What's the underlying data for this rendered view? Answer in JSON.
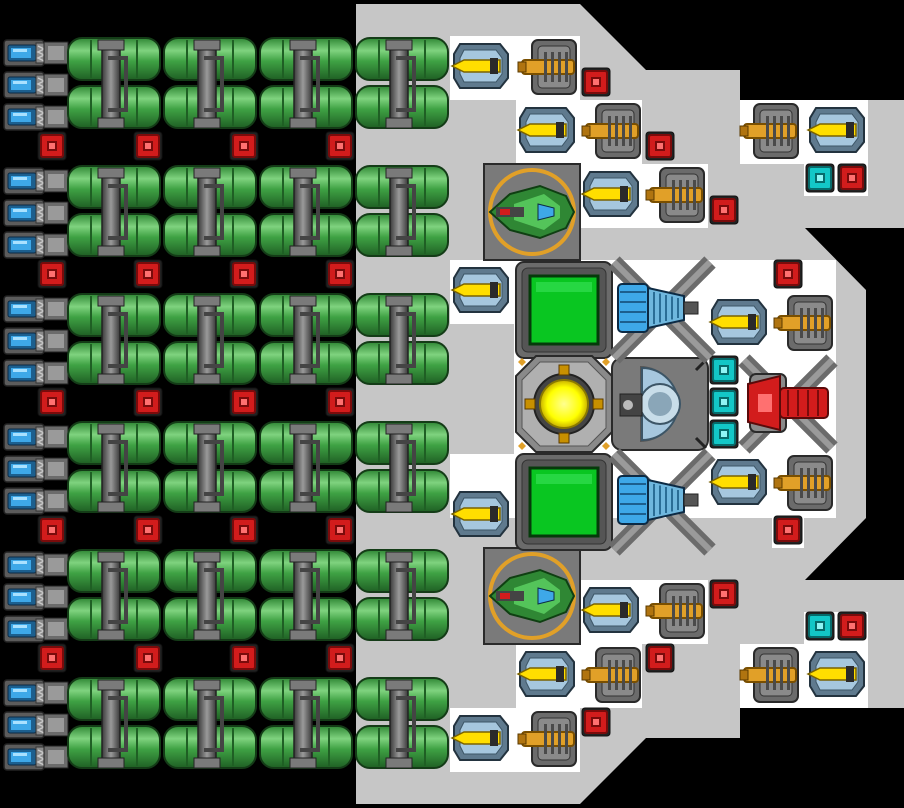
{
  "scene": {
    "background_color": "#000000",
    "hull_color": "#c6c6c6",
    "deck_color": "#ffffff"
  },
  "palette": {
    "tank_green": "#3fa244",
    "tank_green_light": "#7fd37f",
    "tank_green_dark": "#1f5f24",
    "pipe_gray": "#5a5a5a",
    "thruster_blue": "#3ea8e8",
    "armor_red": "#d21c1c",
    "armor_cyan": "#13c7c7",
    "reactor_yellow": "#ffff00",
    "battery_green": "#09c621",
    "turret_gold": "#e1a028",
    "turret_gray": "#6b6b6b"
  },
  "modules": {
    "engine_banks": 6,
    "thrusters_per_bank": 3,
    "tank_columns": 4,
    "icons": [
      "thruster-icon",
      "fuel-tank-icon",
      "armor-block-icon",
      "cannon-turret-icon",
      "missile-turret-icon",
      "reactor-core-icon",
      "battery-icon",
      "shield-generator-icon",
      "fighter-bay-icon",
      "beam-weapon-icon",
      "drill-emitter-icon"
    ]
  }
}
